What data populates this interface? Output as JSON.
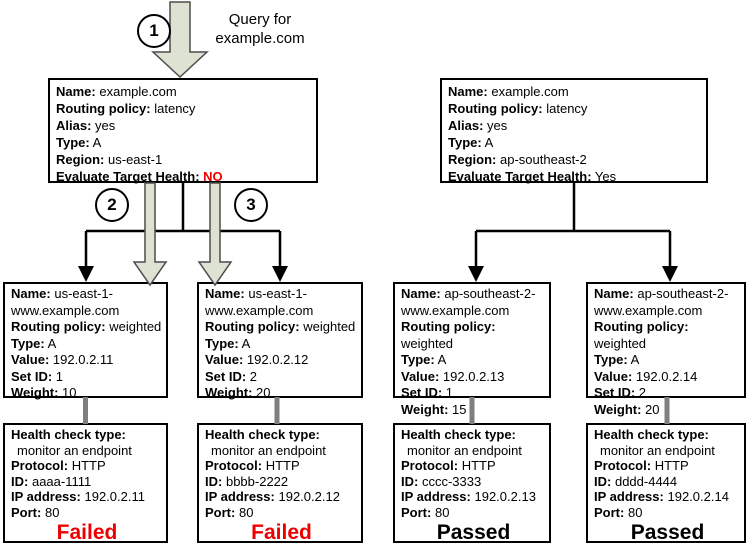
{
  "colors": {
    "arrow-fill": "#dee2d2",
    "arrow-stroke": "#4c4c4c",
    "connector-gray": "#7f7f7f",
    "status-failed": "#ee0000",
    "box-border": "#000000"
  },
  "annotations": {
    "step1": "1",
    "step2": "2",
    "step3": "3",
    "query_line1": "Query for",
    "query_line2": "example.com"
  },
  "records": {
    "latency_useast1": {
      "lines": [
        {
          "label": "Name:",
          "value": "example.com"
        },
        {
          "label": "Routing policy:",
          "value": "latency"
        },
        {
          "label": "Alias:",
          "value": "yes"
        },
        {
          "label": "Type:",
          "value": "A"
        },
        {
          "label": "Region:",
          "value": "us-east-1"
        },
        {
          "label": "Evaluate Target Health:",
          "value": "NO"
        }
      ]
    },
    "latency_apsoutheast2": {
      "lines": [
        {
          "label": "Name:",
          "value": "example.com"
        },
        {
          "label": "Routing policy:",
          "value": "latency"
        },
        {
          "label": "Alias:",
          "value": "yes"
        },
        {
          "label": "Type:",
          "value": "A"
        },
        {
          "label": "Region:",
          "value": "ap-southeast-2"
        },
        {
          "label": "Evaluate Target Health:",
          "value": "Yes"
        }
      ]
    },
    "weighted1": {
      "lines": [
        {
          "label": "Name:",
          "value": "us-east-1-www.example.com"
        },
        {
          "label": "Routing policy:",
          "value": "weighted"
        },
        {
          "label": "Type:",
          "value": "A"
        },
        {
          "label": "Value:",
          "value": "192.0.2.11"
        },
        {
          "label": "Set ID:",
          "value": "1"
        },
        {
          "label": "Weight:",
          "value": "10"
        }
      ]
    },
    "weighted2": {
      "lines": [
        {
          "label": "Name:",
          "value": "us-east-1-www.example.com"
        },
        {
          "label": "Routing policy:",
          "value": "weighted"
        },
        {
          "label": "Type:",
          "value": "A"
        },
        {
          "label": "Value:",
          "value": "192.0.2.12"
        },
        {
          "label": "Set ID:",
          "value": "2"
        },
        {
          "label": "Weight:",
          "value": "20"
        }
      ]
    },
    "weighted3": {
      "lines": [
        {
          "label": "Name:",
          "value": "ap-southeast-2-www.example.com"
        },
        {
          "label": "Routing policy:",
          "value": "weighted"
        },
        {
          "label": "Type:",
          "value": "A"
        },
        {
          "label": "Value:",
          "value": "192.0.2.13"
        },
        {
          "label": "Set ID:",
          "value": "1"
        },
        {
          "label": "Weight:",
          "value": "15"
        }
      ]
    },
    "weighted4": {
      "lines": [
        {
          "label": "Name:",
          "value": "ap-southeast-2-www.example.com"
        },
        {
          "label": "Routing policy:",
          "value": "weighted"
        },
        {
          "label": "Type:",
          "value": "A"
        },
        {
          "label": "Value:",
          "value": "192.0.2.14"
        },
        {
          "label": "Set ID:",
          "value": "2"
        },
        {
          "label": "Weight:",
          "value": "20"
        }
      ]
    }
  },
  "healthchecks": {
    "hc1": {
      "type_label": "Health check type:",
      "type_value": "monitor an endpoint",
      "lines": [
        {
          "label": "Protocol:",
          "value": "HTTP"
        },
        {
          "label": "ID:",
          "value": "aaaa-1111"
        },
        {
          "label": "IP address:",
          "value": "192.0.2.11"
        },
        {
          "label": "Port:",
          "value": "80"
        }
      ],
      "status": "Failed"
    },
    "hc2": {
      "type_label": "Health check type:",
      "type_value": "monitor an endpoint",
      "lines": [
        {
          "label": "Protocol:",
          "value": "HTTP"
        },
        {
          "label": "ID:",
          "value": "bbbb-2222"
        },
        {
          "label": "IP address:",
          "value": "192.0.2.12"
        },
        {
          "label": "Port:",
          "value": "80"
        }
      ],
      "status": "Failed"
    },
    "hc3": {
      "type_label": "Health check type:",
      "type_value": "monitor an endpoint",
      "lines": [
        {
          "label": "Protocol:",
          "value": "HTTP"
        },
        {
          "label": "ID:",
          "value": "cccc-3333"
        },
        {
          "label": "IP address:",
          "value": "192.0.2.13"
        },
        {
          "label": "Port:",
          "value": "80"
        }
      ],
      "status": "Passed"
    },
    "hc4": {
      "type_label": "Health check type:",
      "type_value": "monitor an endpoint",
      "lines": [
        {
          "label": "Protocol:",
          "value": "HTTP"
        },
        {
          "label": "ID:",
          "value": "dddd-4444"
        },
        {
          "label": "IP address:",
          "value": "192.0.2.14"
        },
        {
          "label": "Port:",
          "value": "80"
        }
      ],
      "status": "Passed"
    }
  }
}
